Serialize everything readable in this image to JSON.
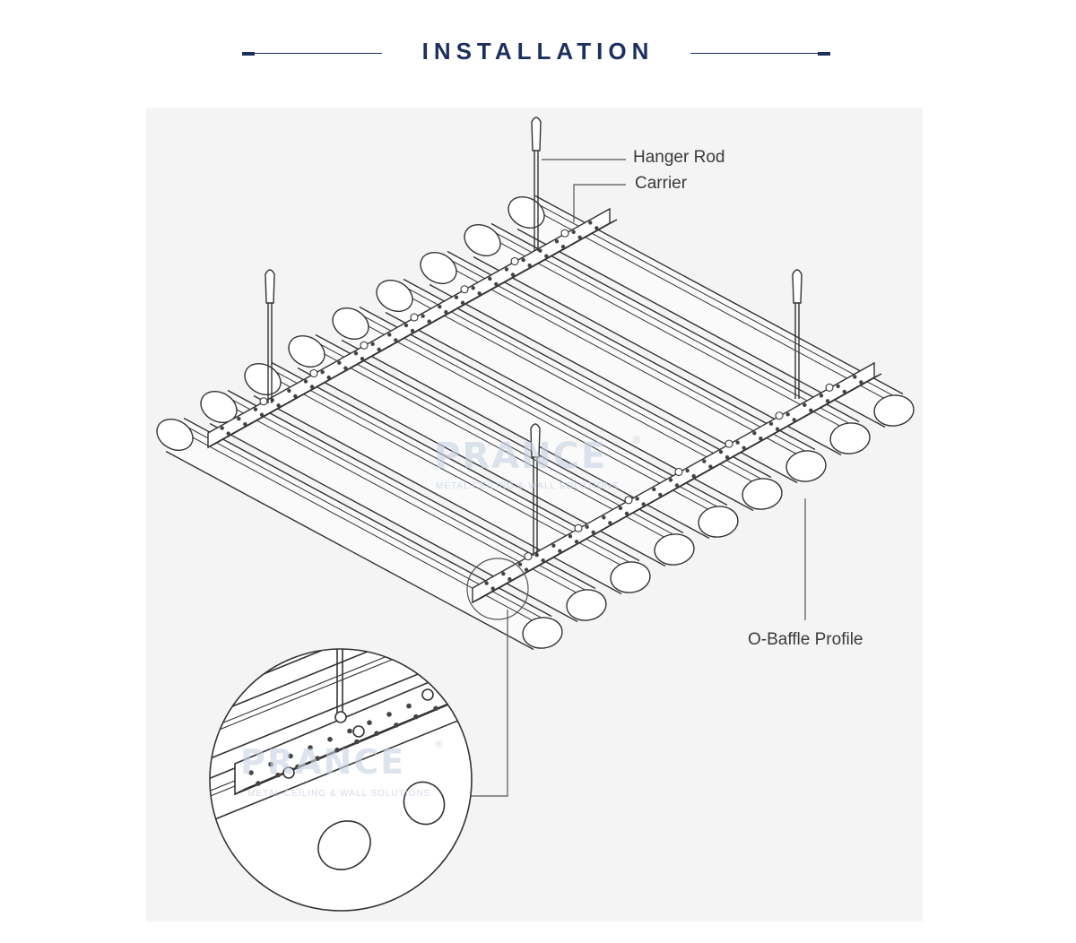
{
  "header": {
    "title": "INSTALLATION",
    "accent_color": "#1d2f5e"
  },
  "diagram": {
    "labels": {
      "hanger_rod": "Hanger Rod",
      "carrier": "Carrier",
      "o_baffle_profile": "O-Baffle Profile"
    },
    "watermark": {
      "logo": "PRANCE",
      "registered": "®",
      "tagline": "METAL CEILING & WALL SOLUTIONS"
    }
  }
}
